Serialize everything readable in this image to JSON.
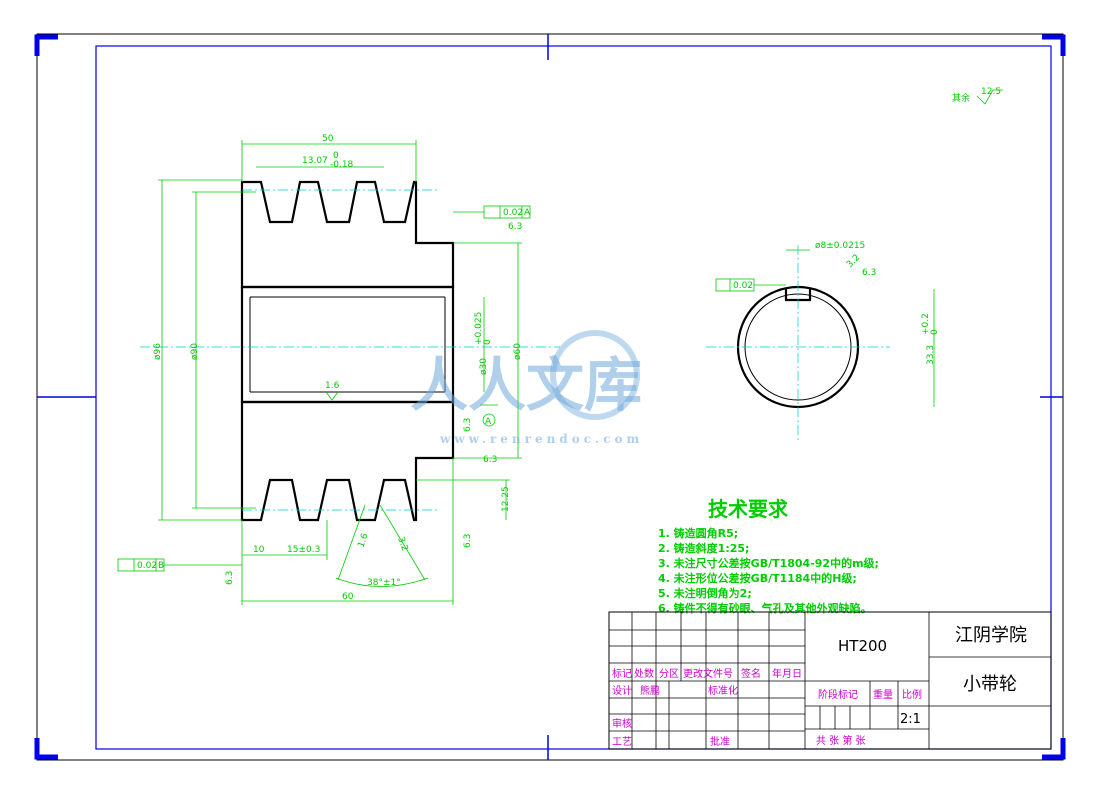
{
  "roughness_note": "其余",
  "roughness_value": "12.5",
  "dimensions": {
    "width_50": "50",
    "groove_tol": "13.07",
    "groove_tol_upper": "0",
    "groove_tol_lower": "-0.18",
    "dia_96": "ø96",
    "dia_90": "ø90",
    "dia_30": "ø30",
    "dia_30_tol": "+0.025",
    "dia_30_tol0": "0",
    "dia_60": "ø60",
    "len_10": "10",
    "len_15": "15±0.3",
    "len_60": "60",
    "len_1225": "12.25",
    "angle_38": "38°±1°",
    "keyway_width": "ø8±0.0215",
    "keyway_depth": "33.3",
    "keyway_depth_tol": "+0.2",
    "keyway_depth_tol0": "0",
    "rough_32": "3.2",
    "rough_63": "6.3",
    "rough_16": "1.6",
    "rough_63b": "6.3",
    "rough_63c": "6.3",
    "rough_63d": "6.3",
    "rough_63e": "6.3",
    "rough_16b": "1.6",
    "rough_32b": "3.2",
    "datum_a": "A",
    "datum_b": "B",
    "fcf_perp": "0.02",
    "fcf_perp_datum": "A",
    "fcf_sym": "0.02",
    "fcf_par": "0.02",
    "fcf_par_datum": "B",
    "rough_63f": "6.3"
  },
  "tech_requirements": {
    "title": "技术要求",
    "items": [
      "1. 铸造圆角R5;",
      "2. 铸造斜度1:25;",
      "3. 未注尺寸公差按GB/T1804-92中的m级;",
      "4. 未注形位公差按GB/T1184中的H级;",
      "5. 未注明倒角为2;",
      "6. 铸件不得有砂眼、气孔及其他外观缺陷。"
    ]
  },
  "watermark": {
    "text": "人人文库",
    "url": "www.renrendoc.com"
  },
  "title_block": {
    "material": "HT200",
    "school": "江阴学院",
    "part_name": "小带轮",
    "row_labels": [
      "标记",
      "处数",
      "分区",
      "更改文件号",
      "签名",
      "年月日"
    ],
    "design": "设计",
    "designer": "熊鹏",
    "standardize": "标准化",
    "review": "审核",
    "process": "工艺",
    "approve": "批准",
    "stage": "阶段标记",
    "weight": "重量",
    "scale_label": "比例",
    "scale": "2:1",
    "sheet_info": "共  张  第  张"
  }
}
